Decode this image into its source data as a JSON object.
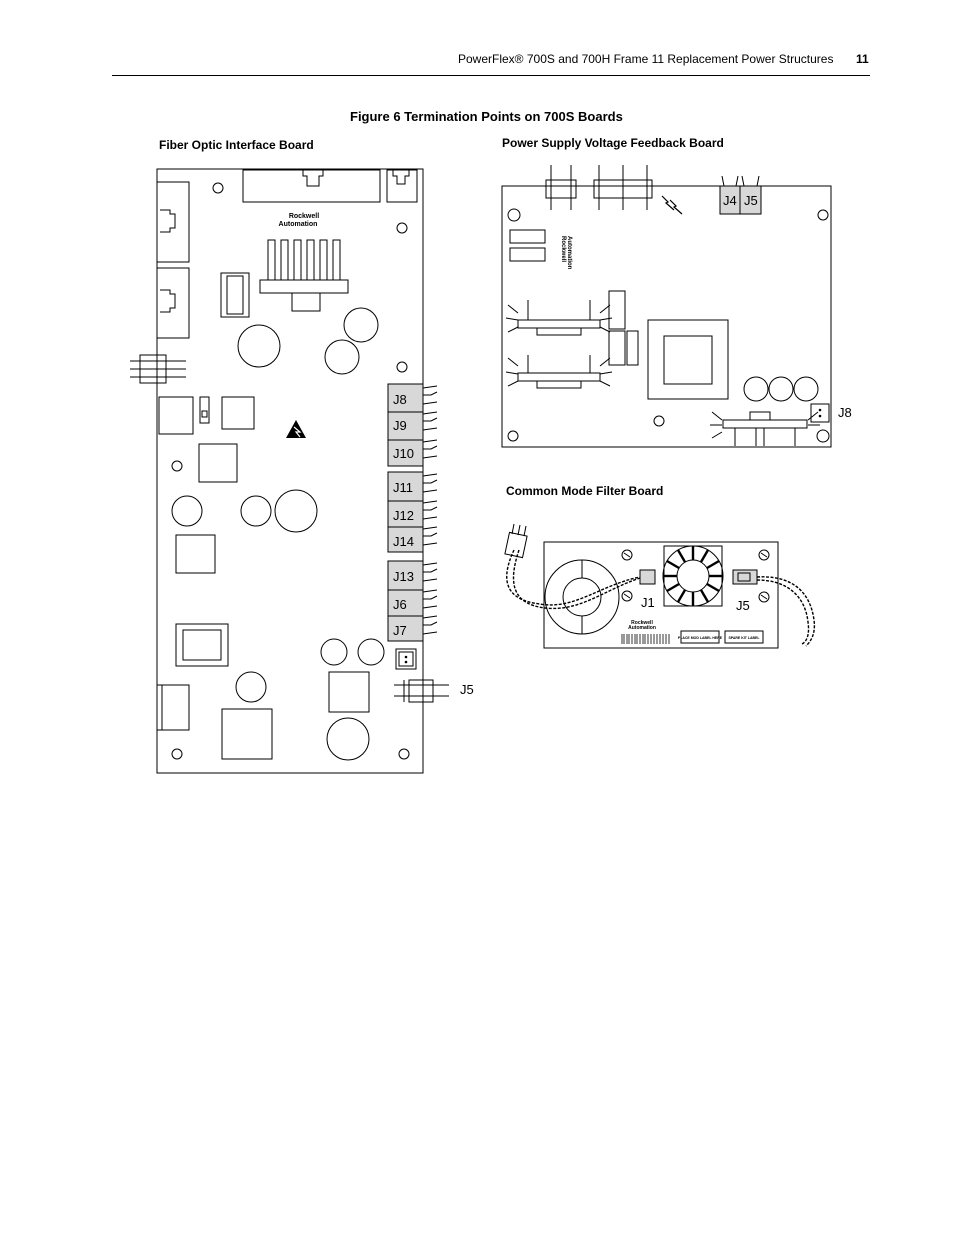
{
  "header": {
    "title": "PowerFlex® 700S and 700H Frame 11 Replacement Power Structures",
    "page_number": "11"
  },
  "figure": {
    "caption": "Figure 6   Termination Points on 700S Boards"
  },
  "boards": {
    "fiber_optic": {
      "title": "Fiber Optic Interface Board",
      "logo_line1": "Rockwell",
      "logo_line2": "Automation",
      "connectors": [
        "J8",
        "J9",
        "J10",
        "J11",
        "J12",
        "J14",
        "J13",
        "J6",
        "J7"
      ],
      "j5_label": "J5"
    },
    "power_supply": {
      "title": "Power Supply Voltage Feedback Board",
      "logo_line1": "Rockwell",
      "logo_line2": "Automation",
      "j4_label": "J4",
      "j5_label": "J5",
      "j8_label": "J8"
    },
    "common_mode": {
      "title": "Common Mode Filter Board",
      "j1_label": "J1",
      "j5_label": "J5",
      "logo_line1": "Rockwell",
      "logo_line2": "Automation",
      "sticker1": "PLACE MOD LABEL HERE",
      "sticker2": "SPARE KIT LABEL"
    }
  }
}
